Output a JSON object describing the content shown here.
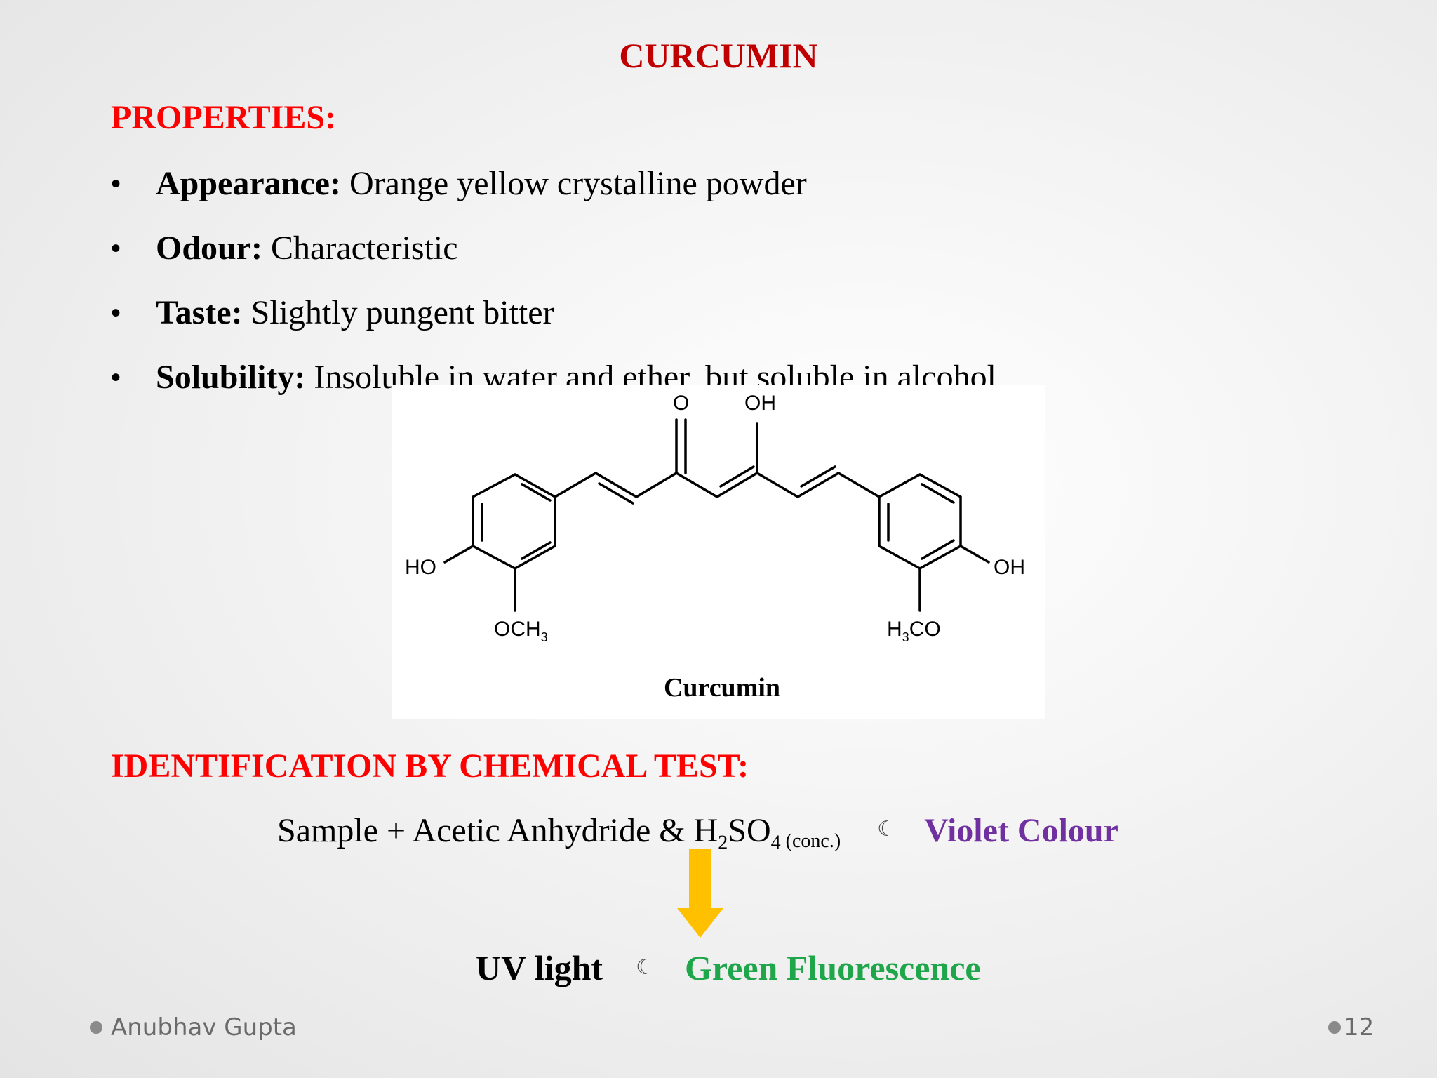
{
  "slide": {
    "title": "CURCUMIN",
    "properties_heading": "PROPERTIES:",
    "properties": [
      {
        "label": "Appearance:",
        "value": " Orange yellow crystalline powder"
      },
      {
        "label": "Odour:",
        "value": " Characteristic"
      },
      {
        "label": "Taste:",
        "value": " Slightly pungent bitter"
      },
      {
        "label": "Solubility:",
        "value": " Insoluble in water and ether, but soluble in alcohol"
      }
    ],
    "bullet_symbol": "•",
    "structure": {
      "caption": "Curcumin",
      "labels": {
        "oxygen": "O",
        "hydroxyl_top": "OH",
        "ho_left": "HO",
        "oh_right": "OH",
        "methoxy_left": "OCH",
        "methoxy_left_sub": "3",
        "methoxy_right_h": "H",
        "methoxy_right_sub": "3",
        "methoxy_right_co": "CO"
      }
    },
    "identification_heading": "IDENTIFICATION BY CHEMICAL TEST:",
    "reaction": {
      "text_before": "Sample + Acetic Anhydride & H",
      "sub_2": "2",
      "text_so": "SO",
      "sub_4": "4",
      "condition": " (conc.)",
      "arrow": "☾",
      "result": "Violet Colour"
    },
    "uv": {
      "label": "UV light",
      "arrow": "☾",
      "result": "Green Fluorescence"
    },
    "footer": {
      "author": "Anubhav Gupta",
      "page": "12"
    }
  },
  "colors": {
    "title": "#c00000",
    "heading": "#ff0000",
    "violet": "#7030a0",
    "green": "#1fa54a",
    "arrow": "#ffc000"
  }
}
